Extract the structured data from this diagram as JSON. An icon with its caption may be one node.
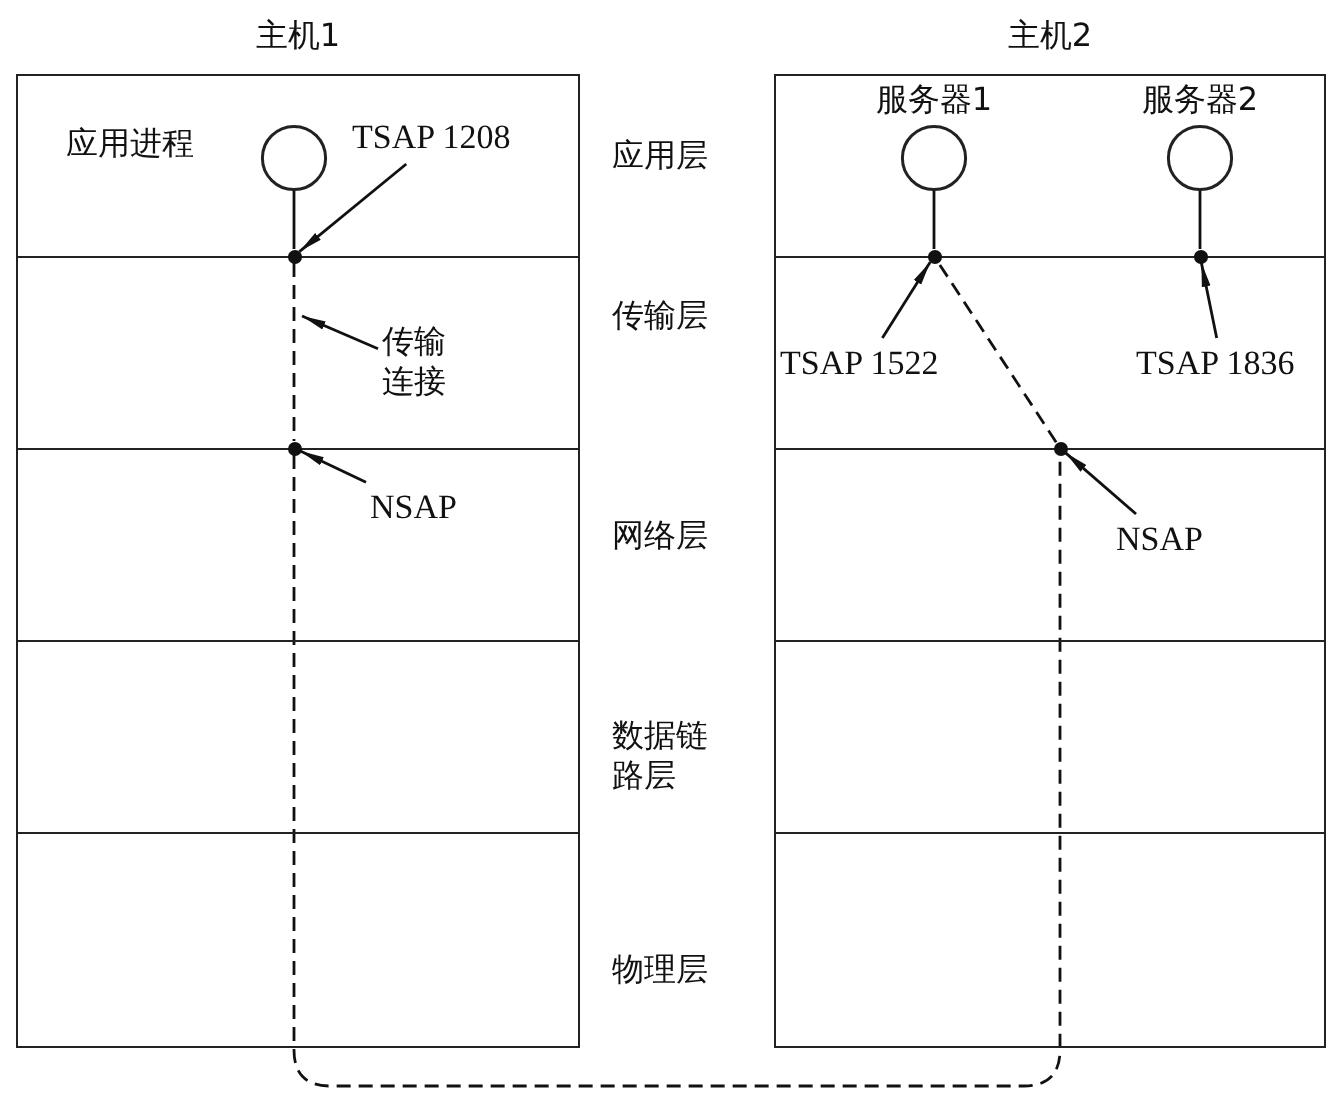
{
  "diagram": {
    "nodes": [
      {
        "text": [
          "主机1"
        ]
      },
      {
        "text": [
          "主机2"
        ]
      },
      {
        "text": [],
        "shape": "circle",
        "beside": [
          "应用进程"
        ],
        "in": 0
      },
      {
        "text": [
          "TSAP 1208"
        ],
        "in": 0
      },
      {
        "text": [],
        "shape": "circle",
        "in": 0
      },
      {
        "text": [
          "传输连接"
        ],
        "in": 0
      },
      {
        "text": [],
        "shape": "circle",
        "in": 0
      },
      {
        "text": [
          "NSAP"
        ],
        "in": 0
      },
      {
        "text": [],
        "shape": "circle",
        "beside": [
          "服务器1"
        ],
        "in": 1
      },
      {
        "text": [],
        "shape": "circle",
        "beside": [
          "服务器2"
        ],
        "in": 1
      },
      {
        "text": [],
        "shape": "circle",
        "in": 1
      },
      {
        "text": [],
        "shape": "circle",
        "in": 1
      },
      {
        "text": [
          "TSAP 1522"
        ],
        "in": 1
      },
      {
        "text": [
          "TSAP 1836"
        ],
        "in": 1
      },
      {
        "text": [],
        "shape": "circle",
        "in": 1
      },
      {
        "text": [
          "NSAP"
        ],
        "in": 1
      }
    ],
    "edges": [
      {
        "from": 2,
        "to": 4,
        "arrow": "none"
      },
      {
        "from": 8,
        "to": 10,
        "arrow": "none"
      },
      {
        "from": 9,
        "to": 11,
        "arrow": "none"
      },
      {
        "from": 4,
        "to": 6,
        "arrow": "none",
        "style": "dashed"
      },
      {
        "from": 6,
        "to": 14,
        "arrow": "none",
        "style": "dashed"
      },
      {
        "from": 14,
        "to": 10,
        "arrow": "none",
        "style": "dashed"
      },
      {
        "from": 3,
        "to": 4,
        "arrow": "to"
      },
      {
        "from": 5,
        "to": null,
        "arrow": "to"
      },
      {
        "from": 7,
        "to": 6,
        "arrow": "to"
      },
      {
        "from": 12,
        "to": 10,
        "arrow": "to"
      },
      {
        "from": 13,
        "to": 11,
        "arrow": "to"
      },
      {
        "from": 15,
        "to": 14,
        "arrow": "to"
      }
    ],
    "labels": [
      "应用层",
      "传输层",
      "网络层",
      "数据链路层",
      "物理层"
    ]
  }
}
